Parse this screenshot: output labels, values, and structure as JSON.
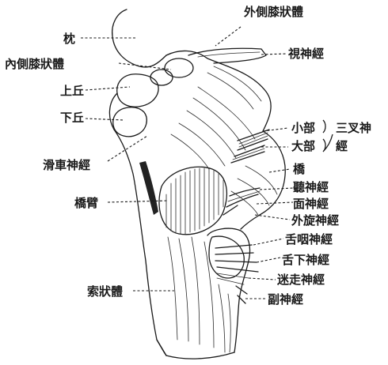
{
  "labels": {
    "lateral_geniculate": "外側膝狀體",
    "optic_nerve": "視神經",
    "pulvinar": "枕",
    "medial_geniculate": "內側膝狀體",
    "superior_colliculus": "上丘",
    "inferior_colliculus": "下丘",
    "trigeminal_minor": "小部",
    "trigeminal_name": "三叉神",
    "trigeminal_major": "大部",
    "trigeminal_suffix": "經",
    "trochlear_nerve": "滑車神經",
    "pons": "橋",
    "brachium_pontis": "橋臂",
    "vestibulocochlear_nerve": "聽神經",
    "facial_nerve": "面神經",
    "abducens_nerve": "外旋神經",
    "glossopharyngeal_nerve": "舌咽神經",
    "hypoglossal_nerve": "舌下神經",
    "vagus_nerve": "迷走神經",
    "restiform_body": "索狀體",
    "accessory_nerve": "副神經"
  }
}
